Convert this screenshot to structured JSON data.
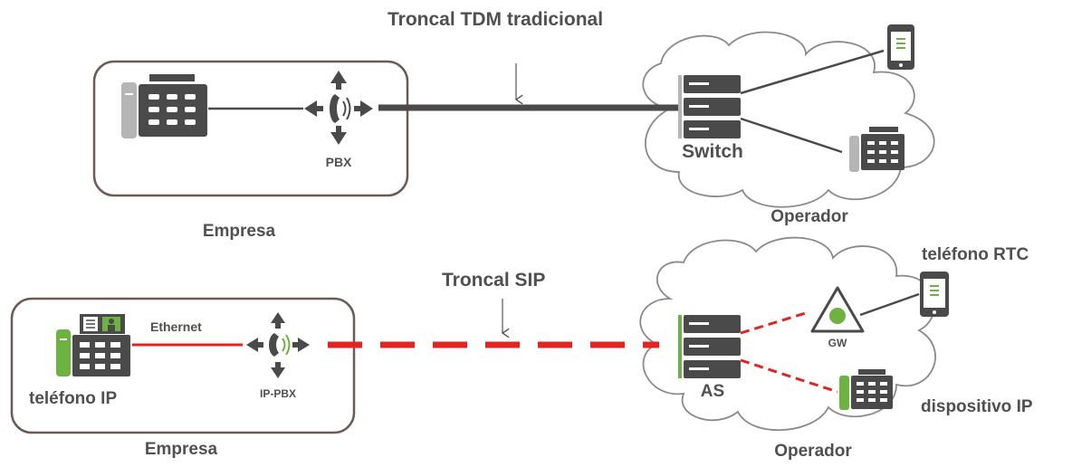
{
  "top": {
    "trunk_label": "Troncal TDM tradicional",
    "pbx_label": "PBX",
    "company_label": "Empresa",
    "switch_label": "Switch",
    "operator_label": "Operador"
  },
  "bottom": {
    "trunk_label": "Troncal SIP",
    "ethernet_label": "Ethernet",
    "ippbx_label": "IP-PBX",
    "ip_phone_label": "teléfono IP",
    "company_label": "Empresa",
    "as_label": "AS",
    "gw_label": "GW",
    "rtc_phone_label": "teléfono RTC",
    "ip_device_label": "dispositivo IP",
    "operator_label": "Operador"
  },
  "colors": {
    "box_border": "#6e5a55",
    "dark_icon": "#4a4a4a",
    "gray_handset": "#b5b5b5",
    "green": "#6db33f",
    "red_link": "#e52421",
    "cloud_stroke": "#8a8a8a"
  }
}
